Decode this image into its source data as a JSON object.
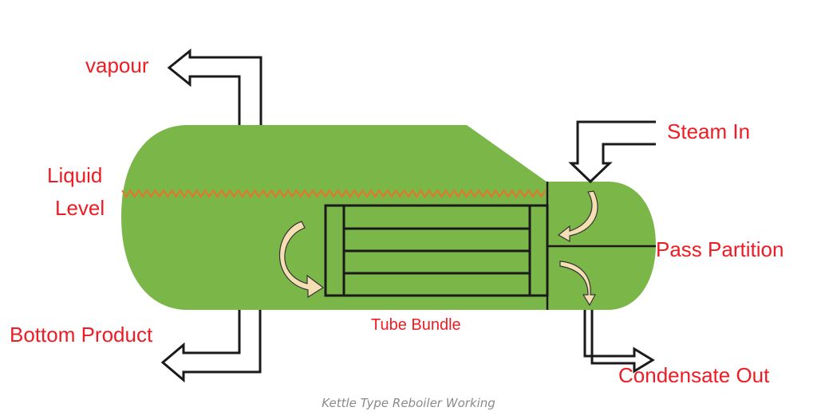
{
  "labels": {
    "vapour": "vapour",
    "liquid": "Liquid",
    "level": "Level",
    "steam_in": "Steam In",
    "pass_partition": "Pass Partition",
    "tube_bundle": "Tube Bundle",
    "bottom_product": "Bottom Product",
    "condensate_out": "Condensate Out"
  },
  "caption": "Kettle Type Reboiler Working",
  "colors": {
    "shell": "#7ab648",
    "label": "#ee1c24",
    "liquid_level": "#e8742a",
    "flow_arrow": "#f5deb3",
    "outline": "#1a1a1a"
  }
}
